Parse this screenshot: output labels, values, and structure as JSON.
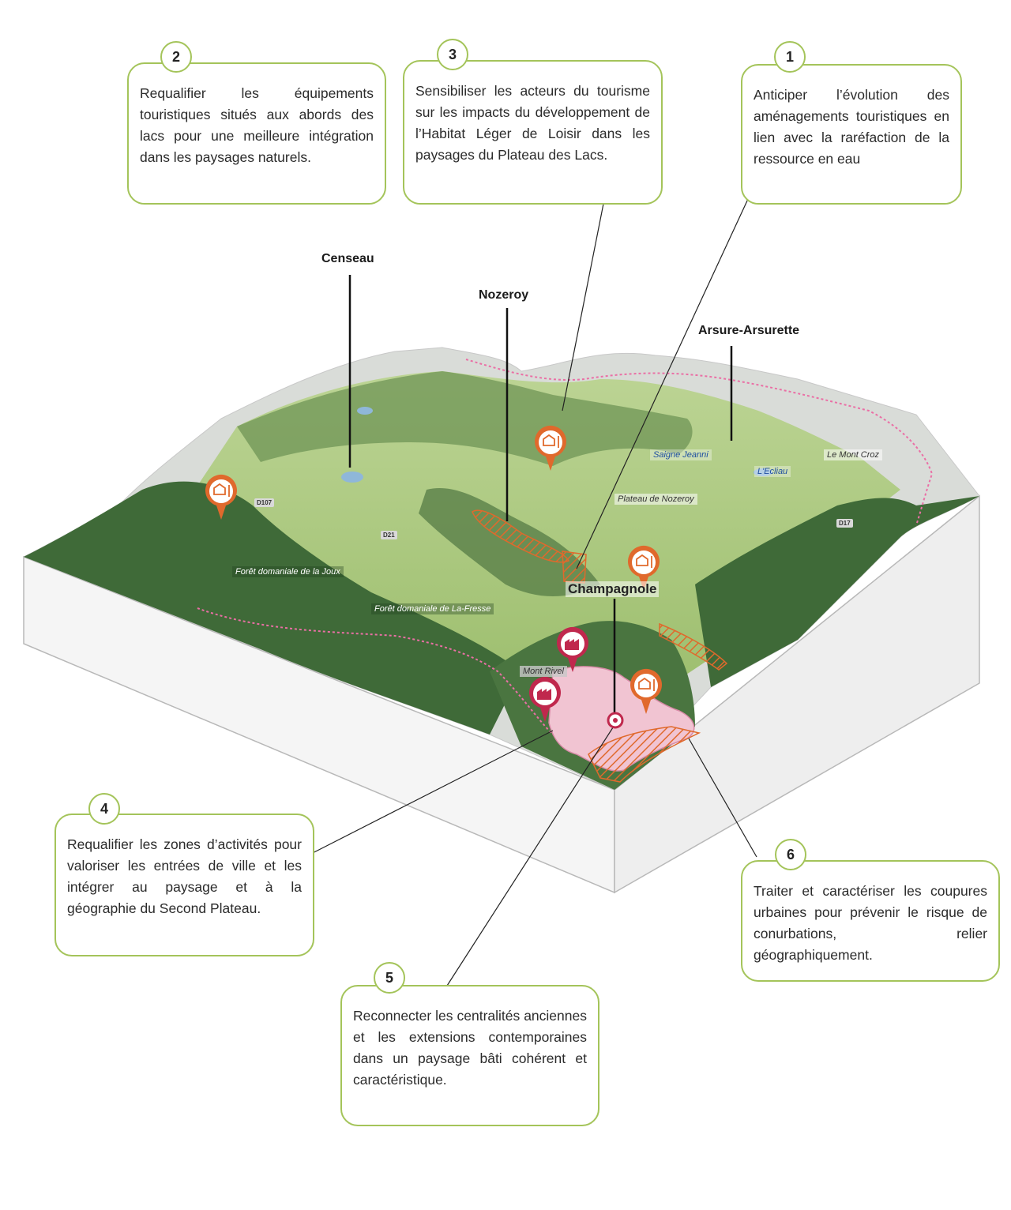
{
  "callouts": [
    {
      "number": "2",
      "text": "Requalifier les équipements touristiques situés aux abords des lacs pour une meilleure intégration dans les paysages naturels."
    },
    {
      "number": "3",
      "text": "Sensibiliser les acteurs du tourisme sur les impacts du développement de l’Habitat Léger de Loisir dans les paysages du Plateau des Lacs."
    },
    {
      "number": "1",
      "text": "Anticiper l’évolution des aménagements touristiques en lien avec la raréfaction de la ressource en eau"
    },
    {
      "number": "4",
      "text": "Requalifier les zones d’activités pour valoriser les entrées de ville et les intégrer au paysage et à la géographie du Second Plateau."
    },
    {
      "number": "6",
      "text": "Traiter et caractériser les coupures urbaines pour prévenir le risque de conurbations, relier géographiquement."
    },
    {
      "number": "5",
      "text": "Reconnecter les centralités anciennes et les extensions contemporaines dans un paysage bâti cohérent et caractéristique."
    }
  ],
  "towns": {
    "censeau": "Censeau",
    "nozeroy": "Nozeroy",
    "arsure": "Arsure-Arsurette",
    "champagnole": "Champagnole"
  },
  "places": {
    "saigne_jeanni": "Saigne Jeanni",
    "lecliau": "L'Ecliau",
    "mont_croz": "Le Mont Croz",
    "plateau_nozeroy": "Plateau de Nozeroy",
    "foret_joux": "Forêt domaniale de la Joux",
    "foret_fresse": "Forêt domaniale de La-Fresse",
    "mont_rivel": "Mont Rivel"
  },
  "roads": {
    "d107": "D107",
    "d21": "D21",
    "d17": "D17"
  },
  "icons": {
    "tourism": "tourism-lodging-icon",
    "industry": "industry-zone-icon",
    "centre": "town-centre-target-icon"
  },
  "colors": {
    "callout_border": "#a4c45a",
    "tourism_icon": "#e0692c",
    "industry_icon": "#c0284d",
    "hatch": "#e0692c",
    "urban": "#f1c4d2",
    "boundary": "#ea6fa5",
    "forest": "#3f6a38",
    "meadow": "#a7c57a"
  }
}
